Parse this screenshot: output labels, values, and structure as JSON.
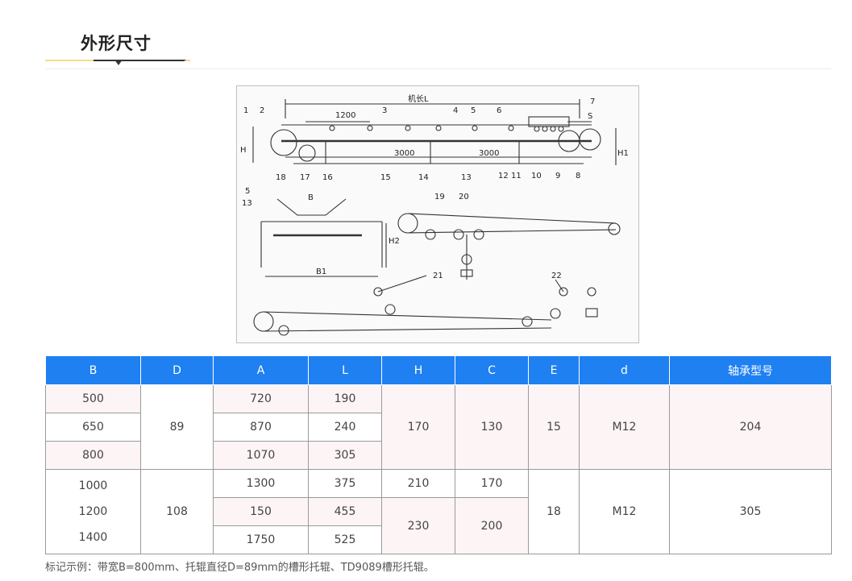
{
  "section": {
    "title": "外形尺寸"
  },
  "colors": {
    "header_bg": "#1f80f2",
    "accent": "#f5b320",
    "dark": "#333333"
  },
  "figure": {
    "labels": {
      "machine_length": "机长L",
      "len_1200": "1200",
      "len_3000_a": "3000",
      "len_3000_b": "3000",
      "dim_h": "H",
      "dim_h1": "H1",
      "dim_h2": "H2",
      "dim_s": "S",
      "dim_b": "B",
      "dim_b1": "B1",
      "n1": "1",
      "n2": "2",
      "n3": "3",
      "n4": "4",
      "n5": "5",
      "n6": "6",
      "n7": "7",
      "n8": "8",
      "n9": "9",
      "n10": "10",
      "n11": "11",
      "n12": "12",
      "n13": "13",
      "n14": "14",
      "n15": "15",
      "n16": "16",
      "n17": "17",
      "n18": "18",
      "c5": "5",
      "c13": "13",
      "n19": "19",
      "n20": "20",
      "n21": "21",
      "n22": "22"
    }
  },
  "table": {
    "headers": [
      "B",
      "D",
      "A",
      "L",
      "H",
      "C",
      "E",
      "d",
      "轴承型号"
    ],
    "g1": {
      "b": [
        "500",
        "650",
        "800"
      ],
      "d": "89",
      "a": [
        "720",
        "870",
        "1070"
      ],
      "l": [
        "190",
        "240",
        "305"
      ],
      "h": "170",
      "c": "130",
      "e": "15",
      "dd": "M12",
      "bearing": "204"
    },
    "g2": {
      "b": [
        "1000",
        "1200",
        "1400"
      ],
      "d": "108",
      "a": [
        "1300",
        "150",
        "1750"
      ],
      "l": [
        "375",
        "455",
        "525"
      ],
      "h": [
        "210",
        "230"
      ],
      "c": [
        "170",
        "200"
      ],
      "e": "18",
      "dd": "M12",
      "bearing": "305"
    }
  },
  "note": "标记示例：带宽B=800mm、托辊直径D=89mm的槽形托辊、TD9089槽形托辊。"
}
